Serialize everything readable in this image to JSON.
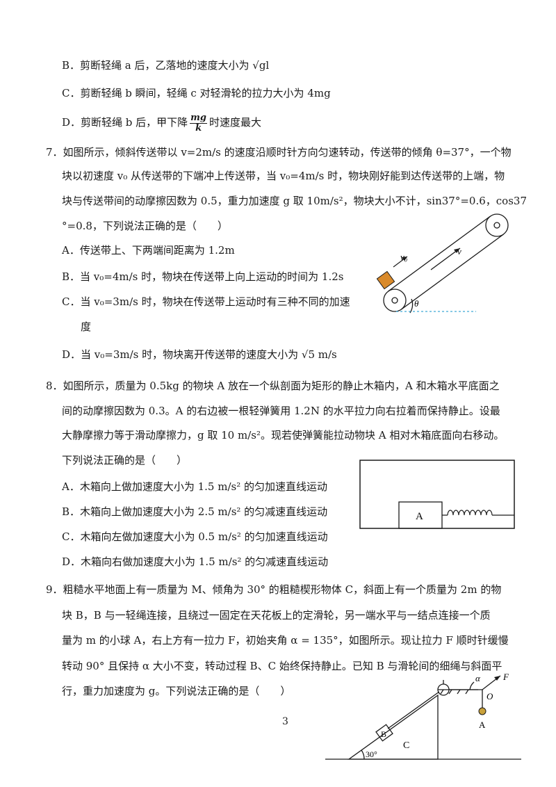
{
  "lines": [
    "B．剪断轻绳 a 后，乙落地的速度大小为 √gl",
    "C．剪断轻绳 b 瞬间，轻绳 c 对轻滑轮的拉力大小为 4mg",
    "D．剪断轻绳 b 后，甲下降",
    "7．如图所示，倾斜传送带以 v=2m/s 的速度沿顺时针方向匀速转动，传送带的倾角 θ=37°，一个物",
    "块以初速度 v₀ 从传送带的下端冲上传送带，当 v₀=4m/s 时，物块刚好能到达传送带的上端，物",
    "块与传送带间的动摩擦因数为 0.5，重力加速度 g 取 10m/s²，物块大小不计，sin37°=0.6，cos37",
    "°=0.8，下列说法正确的是（　　）",
    "A．传送带上、下两端间距离为 1.2m",
    "B．当 v₀=4m/s 时，物块在传送带上向上运动的时间为 1.2s",
    "C．当 v₀=3m/s 时，物块在传送带上运动时有三种不同的加速",
    "度",
    "D．当 v₀=3m/s 时，物块离开传送带的速度大小为 √5 m/s",
    "8．如图所示，质量为 0.5kg 的物块 A 放在一个纵剖面为矩形的静止木箱内，A 和木箱水平底面之",
    "间的动摩擦因数为 0.3。A 的右边被一根轻弹簧用 1.2N 的水平拉力向右拉着而保持静止。设最",
    "大静摩擦力等于滑动摩擦力，g 取 10 m/s²。现若使弹簧能拉动物块 A 相对木箱底面向右移动。",
    "下列说法正确的是（　　）",
    "A．木箱向上做加速度大小为 1.5 m/s² 的匀加速直线运动",
    "B．木箱向上做加速度大小为 2.5 m/s² 的匀减速直线运动",
    "C．木箱向左做加速度大小为 0.5 m/s² 的匀加速直线运动",
    "D．木箱向右做加速度大小为 1.5 m/s² 的匀减速直线运动",
    "9．粗糙水平地面上有一质量为 M、倾角为 30° 的粗糙楔形物体 C，斜面上有一个质量为 2m 的物",
    "块 B，B 与一轻绳连接，且绕过一固定在天花板上的定滑轮，另一端水平与一结点连接一个质",
    "量为 m 的小球 A，右上方有一拉力 F，初始夹角 α = 135°，如图所示。现让拉力 F 顺时针缓慢",
    "转动 90° 且保持 α 大小不变，转动过程 B、C 始终保持静止。已知 B 与滑轮间的细绳与斜面平",
    "行，重力加速度为 g。下列说法正确的是（　　）"
  ],
  "frac": {
    "num": "mg",
    "den": "k",
    "after": "时速度最大"
  },
  "fig7": {
    "v0": "v₀",
    "v": "v",
    "theta": "θ"
  },
  "fig8": {
    "block": "A"
  },
  "fig9": {
    "alpha": "α",
    "F": "F",
    "O": "O",
    "A": "A",
    "B": "B",
    "C": "C",
    "angle": "30°"
  },
  "page_number": "3",
  "colors": {
    "block7": "#d98a2b",
    "dashed": "#3fa9d8",
    "ballA": "#c9a13a"
  }
}
